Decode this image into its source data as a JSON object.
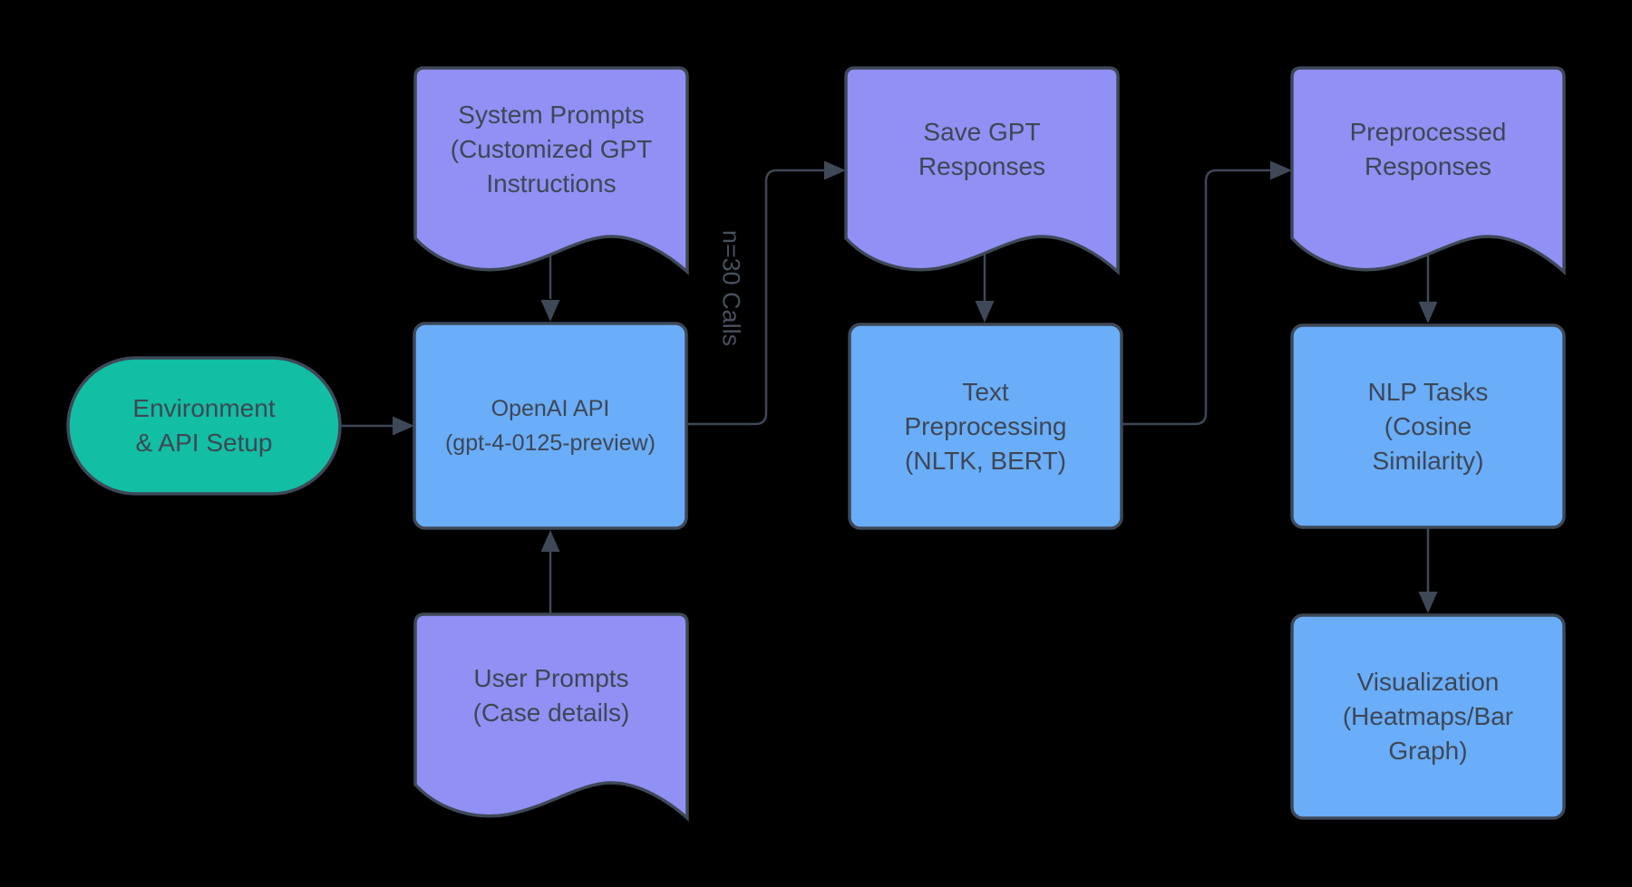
{
  "canvas": {
    "background": "#000000"
  },
  "colors": {
    "document_fill": "#9190F4",
    "process_fill": "#6AADF9",
    "terminator_fill": "#12BEA4",
    "stroke": "#3E4857",
    "text": "#3E4754"
  },
  "nodes": {
    "env_setup": {
      "shape": "terminator",
      "label": "Environment\n& API Setup"
    },
    "system_prompts": {
      "shape": "document",
      "label": "System Prompts\n(Customized GPT\nInstructions"
    },
    "user_prompts": {
      "shape": "document",
      "label": "User Prompts\n(Case details)"
    },
    "openai_api": {
      "shape": "process",
      "label": "OpenAI API\n(gpt-4-0125-preview)"
    },
    "save_gpt_responses": {
      "shape": "document",
      "label": "Save GPT\nResponses"
    },
    "text_preprocessing": {
      "shape": "process",
      "label": "Text\nPreprocessing\n(NLTK, BERT)"
    },
    "preprocessed_responses": {
      "shape": "document",
      "label": "Preprocessed\nResponses"
    },
    "nlp_tasks": {
      "shape": "process",
      "label": "NLP Tasks\n(Cosine\nSimilarity)"
    },
    "visualization": {
      "shape": "process",
      "label": "Visualization\n(Heatmaps/Bar\nGraph)"
    }
  },
  "edges": {
    "n_calls_label": "n=30 Calls",
    "list": [
      {
        "from": "env_setup",
        "to": "openai_api"
      },
      {
        "from": "system_prompts",
        "to": "openai_api"
      },
      {
        "from": "user_prompts",
        "to": "openai_api"
      },
      {
        "from": "openai_api",
        "to": "save_gpt_responses",
        "label": "n=30 Calls"
      },
      {
        "from": "save_gpt_responses",
        "to": "text_preprocessing"
      },
      {
        "from": "text_preprocessing",
        "to": "preprocessed_responses"
      },
      {
        "from": "preprocessed_responses",
        "to": "nlp_tasks"
      },
      {
        "from": "nlp_tasks",
        "to": "visualization"
      }
    ]
  }
}
